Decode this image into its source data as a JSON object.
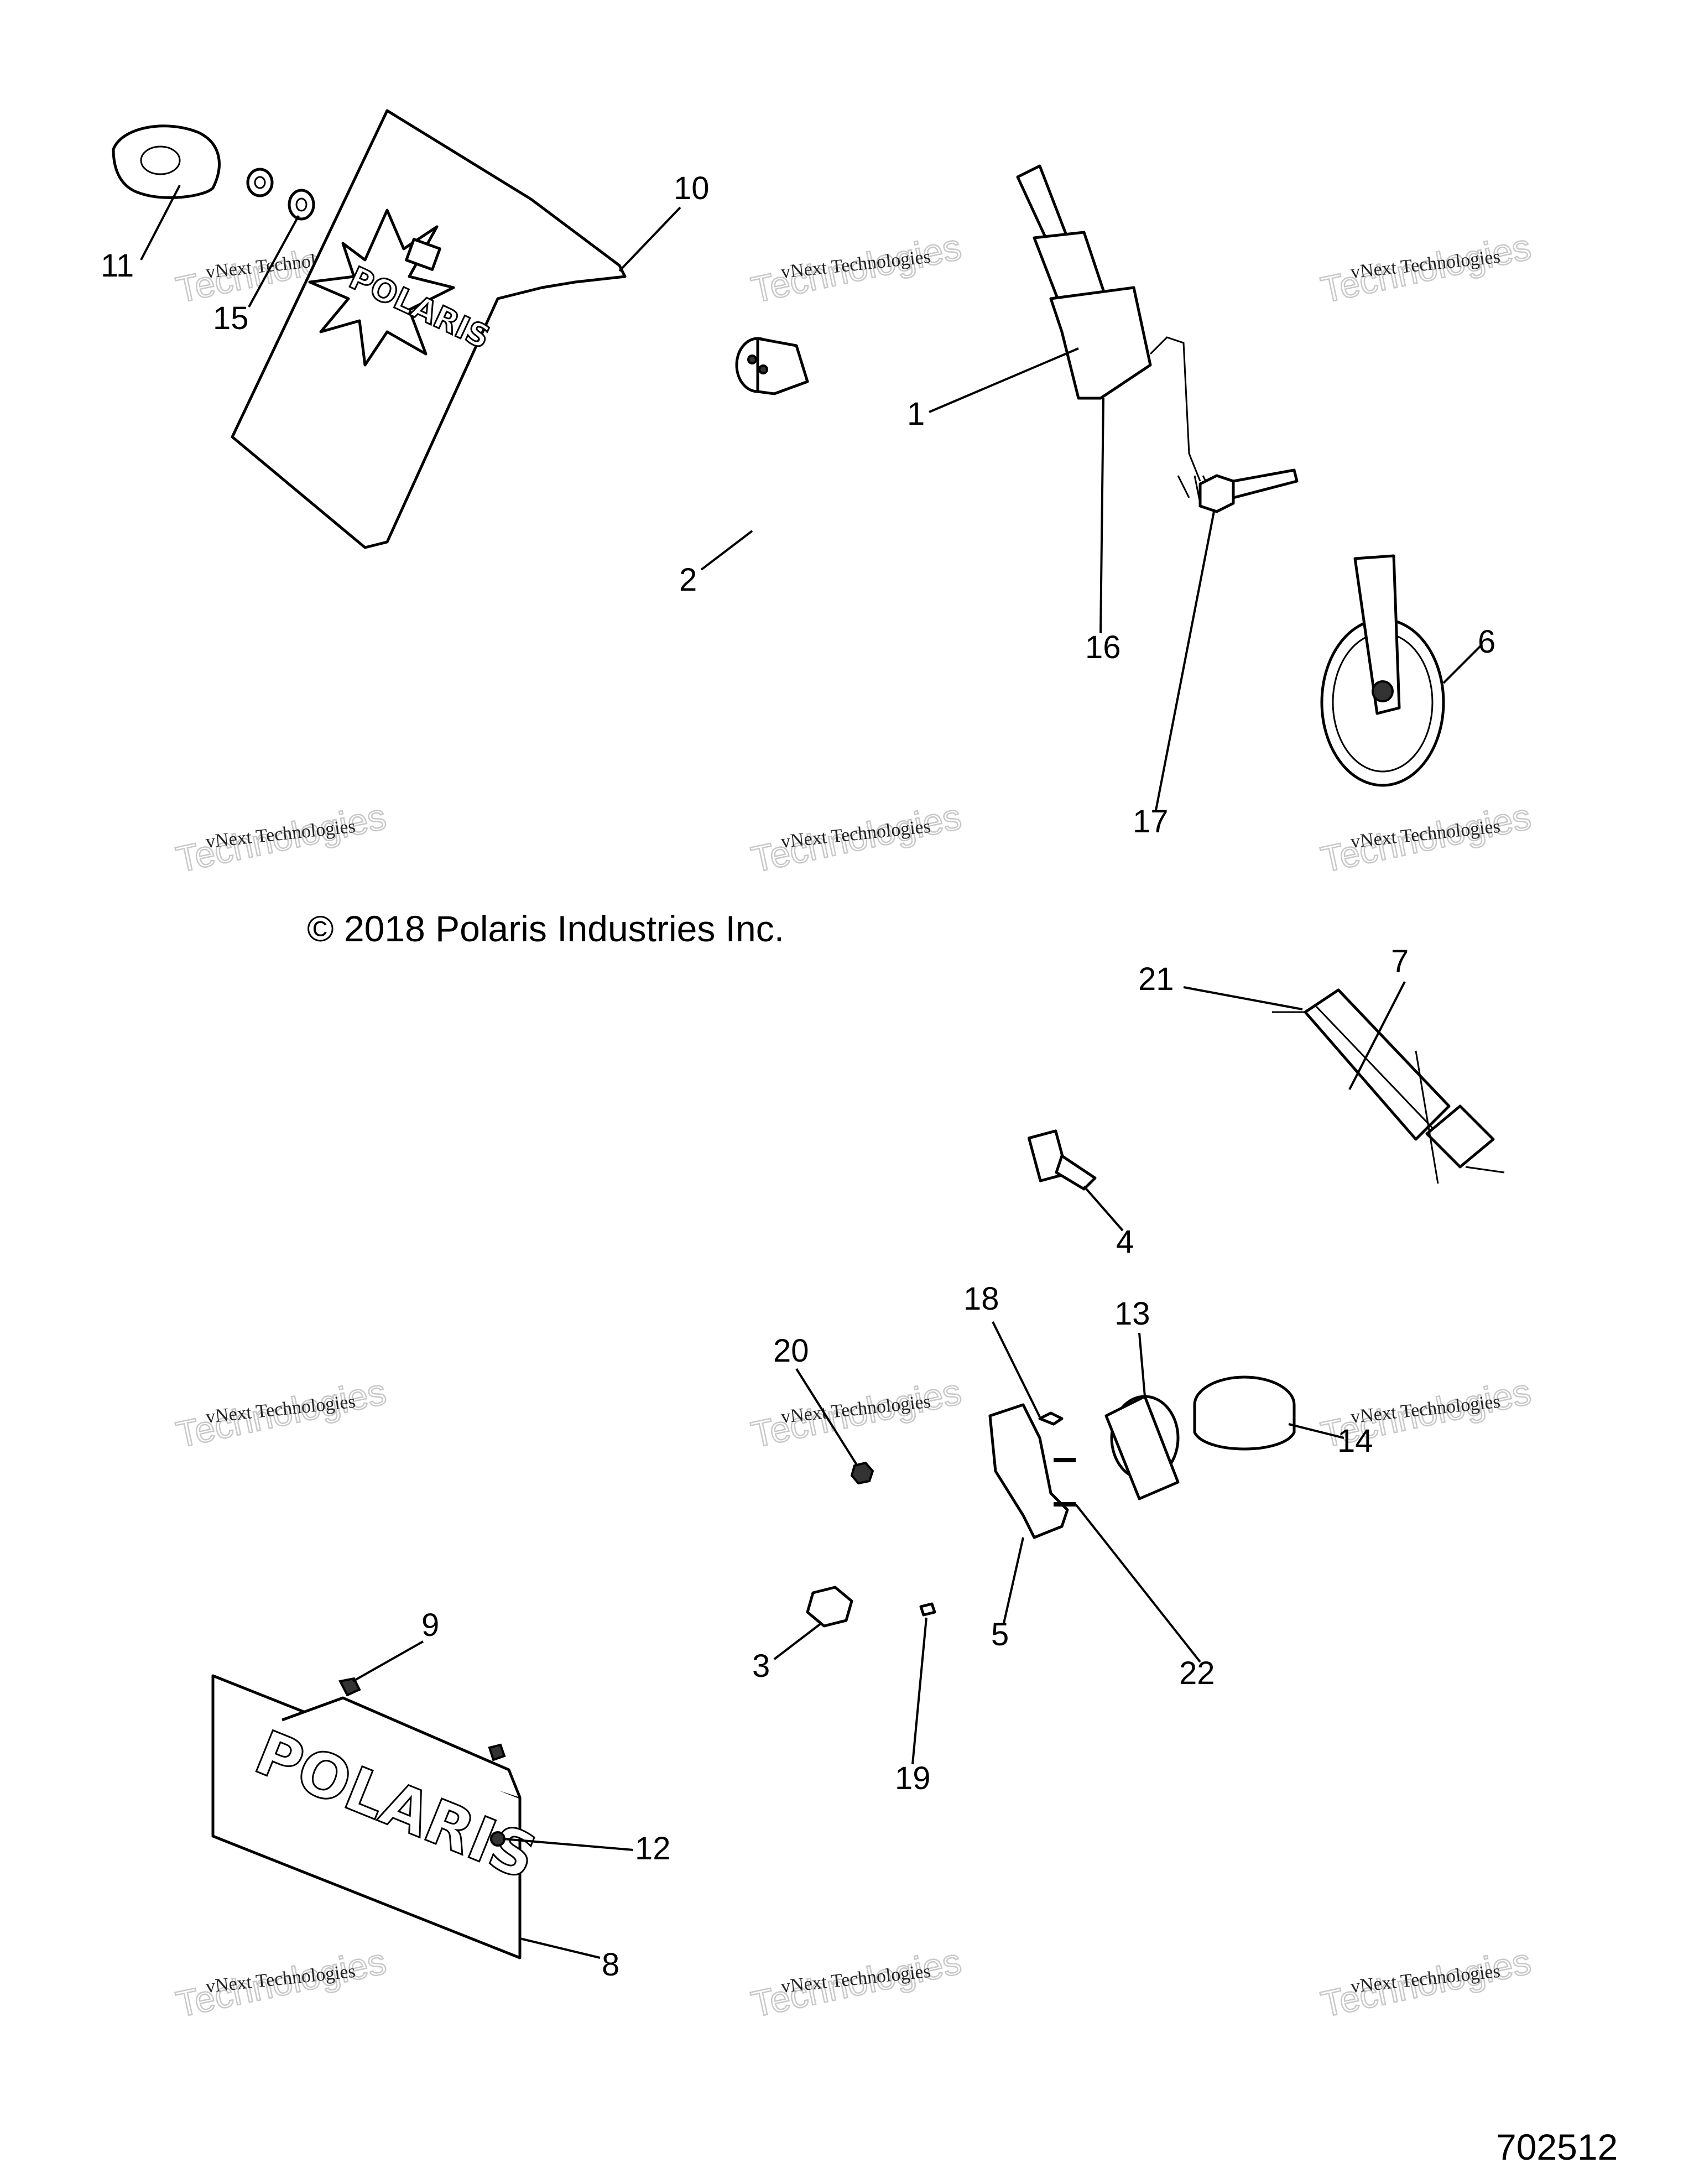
{
  "diagram": {
    "copyright": "© 2018 Polaris Industries Inc.",
    "document_number": "702512",
    "brand_text": "POLARIS",
    "watermark": {
      "line1": "vNext Technologies",
      "line2": "Technologies"
    },
    "callouts": [
      "1",
      "2",
      "3",
      "4",
      "5",
      "6",
      "7",
      "8",
      "9",
      "10",
      "11",
      "12",
      "13",
      "14",
      "15",
      "16",
      "17",
      "18",
      "19",
      "20",
      "21",
      "22"
    ]
  }
}
